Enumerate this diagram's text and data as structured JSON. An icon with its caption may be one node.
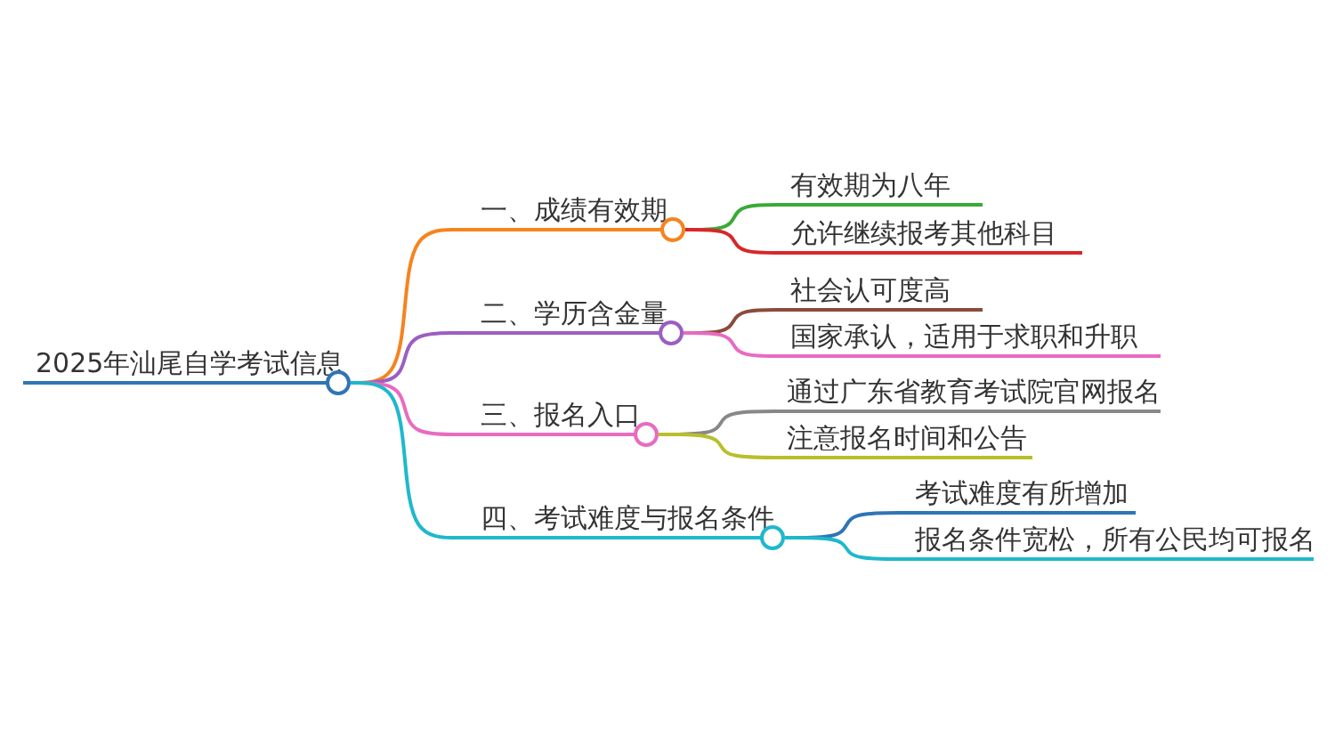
{
  "diagram": {
    "nodes": [
      {
        "text": [
          "2025年汕尾自学考试信息"
        ]
      },
      {
        "text": [
          "一、成绩有效期"
        ]
      },
      {
        "text": [
          "有效期为八年"
        ]
      },
      {
        "text": [
          "允许继续报考其他科目"
        ]
      },
      {
        "text": [
          "二、学历含金量"
        ]
      },
      {
        "text": [
          "社会认可度高"
        ]
      },
      {
        "text": [
          "国家承认，适用于求职和升职"
        ]
      },
      {
        "text": [
          "三、报名入口"
        ]
      },
      {
        "text": [
          "通过广东省教育考试院官网报名"
        ]
      },
      {
        "text": [
          "注意报名时间和公告"
        ]
      },
      {
        "text": [
          "四、考试难度与报名条件"
        ]
      },
      {
        "text": [
          "考试难度有所增加"
        ]
      },
      {
        "text": [
          "报名条件宽松，所有公民均可报名"
        ]
      }
    ],
    "edges": [
      {
        "from": 0,
        "to": 1,
        "arrow": "none",
        "color": "#f5841f"
      },
      {
        "from": 1,
        "to": 2,
        "arrow": "none",
        "color": "#3aaa35"
      },
      {
        "from": 1,
        "to": 3,
        "arrow": "none",
        "color": "#d9262a"
      },
      {
        "from": 0,
        "to": 4,
        "arrow": "none",
        "color": "#9b5fc0"
      },
      {
        "from": 4,
        "to": 5,
        "arrow": "none",
        "color": "#8b4a3c"
      },
      {
        "from": 4,
        "to": 6,
        "arrow": "none",
        "color": "#e86bc1"
      },
      {
        "from": 0,
        "to": 7,
        "arrow": "none",
        "color": "#e86bc1"
      },
      {
        "from": 7,
        "to": 8,
        "arrow": "none",
        "color": "#888888"
      },
      {
        "from": 7,
        "to": 9,
        "arrow": "none",
        "color": "#b8bf2a"
      },
      {
        "from": 0,
        "to": 10,
        "arrow": "none",
        "color": "#1fb8cc"
      },
      {
        "from": 10,
        "to": 11,
        "arrow": "none",
        "color": "#2f75b5"
      },
      {
        "from": 10,
        "to": 12,
        "arrow": "none",
        "color": "#1fb8cc"
      }
    ]
  }
}
